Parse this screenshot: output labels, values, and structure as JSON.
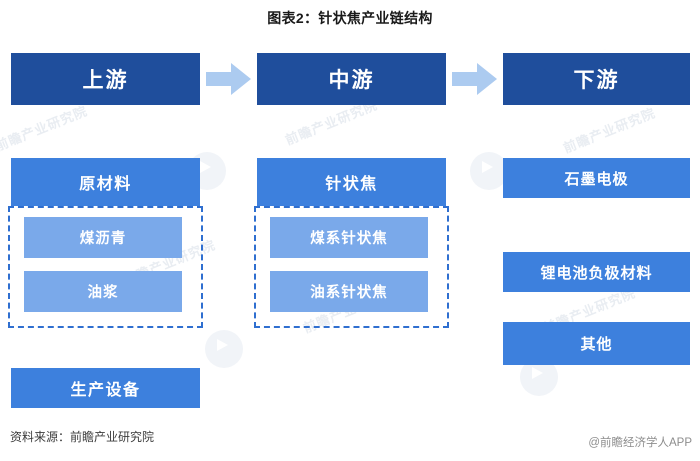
{
  "title": "图表2：针状焦产业链结构",
  "stages": [
    {
      "label": "上游",
      "name": "upstream"
    },
    {
      "label": "中游",
      "name": "midstream"
    },
    {
      "label": "下游",
      "name": "downstream"
    }
  ],
  "arrows": [
    {
      "name": "arrow-upstream-to-midstream"
    },
    {
      "name": "arrow-midstream-to-downstream"
    }
  ],
  "upstream": {
    "group_header": "原材料",
    "items": [
      "煤沥青",
      "油浆"
    ],
    "extra": "生产设备"
  },
  "midstream": {
    "group_header": "针状焦",
    "items": [
      "煤系针状焦",
      "油系针状焦"
    ]
  },
  "downstream": {
    "items": [
      "石墨电极",
      "锂电池负极材料",
      "其他"
    ]
  },
  "footer": {
    "source": "资料来源：前瞻产业研究院",
    "credit": "@前瞻经济学人APP"
  },
  "watermarks": [
    "前瞻产业研究院",
    "前瞻产业研究院",
    "前瞻产业研究院",
    "前瞻产业研究院",
    "前瞻产业研究院",
    "前瞻产业研究院"
  ],
  "colors": {
    "stage_blue": "#1f4e9c",
    "header_blue": "#3d80dd",
    "leaf_blue": "#7aa9ea",
    "arrow_blue": "#accbf0",
    "dashed_border": "#2f6fd0"
  }
}
